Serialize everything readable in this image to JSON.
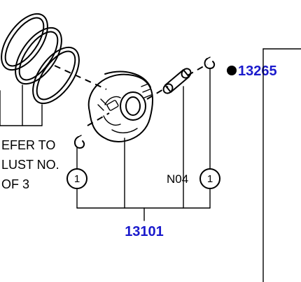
{
  "part_numbers": {
    "main": "13101",
    "reference": "13265"
  },
  "refer_note": {
    "line1": "EFER TO",
    "line2": "LUST NO.",
    "line3": "OF 3"
  },
  "callouts": {
    "quantity_left": "1",
    "quantity_right": "1",
    "pin_code": "N04"
  },
  "colors": {
    "part_number": "#1a1acc",
    "ink": "#000000"
  }
}
